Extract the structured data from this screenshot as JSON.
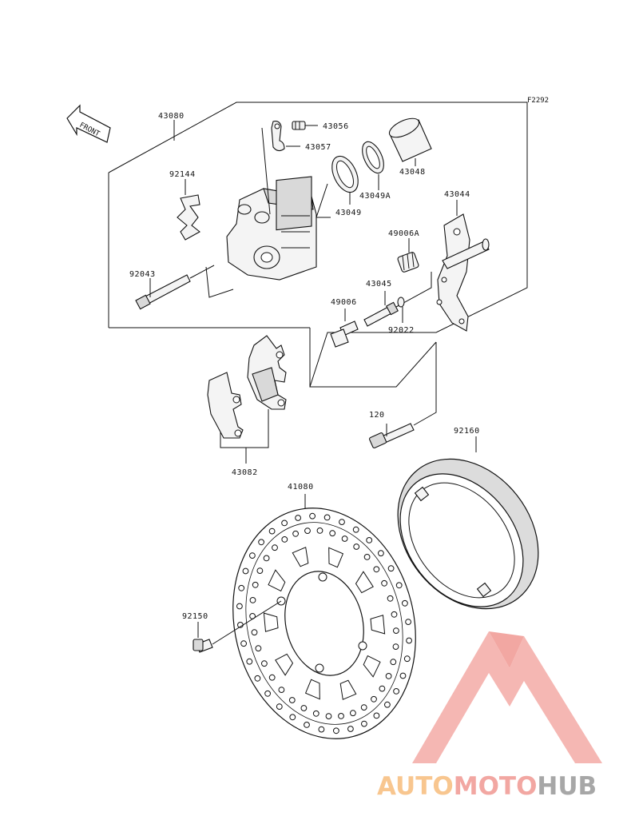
{
  "figure_code": "F2292",
  "front_label": "FRONT",
  "parts": {
    "caliper_assy": "43080",
    "bleed_valve": "43056",
    "bleed_cap": "43057",
    "piston": "43048",
    "seal_dust": "43049A",
    "seal_piston": "43049",
    "pad_spring": "92144",
    "bracket": "43044",
    "boot": "49006A",
    "pin": "43045",
    "bolt_pin": "49006",
    "oring": "92022",
    "pad_pin": "92043",
    "bracket_bolt": "120",
    "pads": "43082",
    "guard": "92160",
    "disc": "41080",
    "disc_bolt": "92150"
  },
  "watermark": {
    "part1": "AUTO",
    "part2": "MOTO",
    "part3": "HUB"
  }
}
